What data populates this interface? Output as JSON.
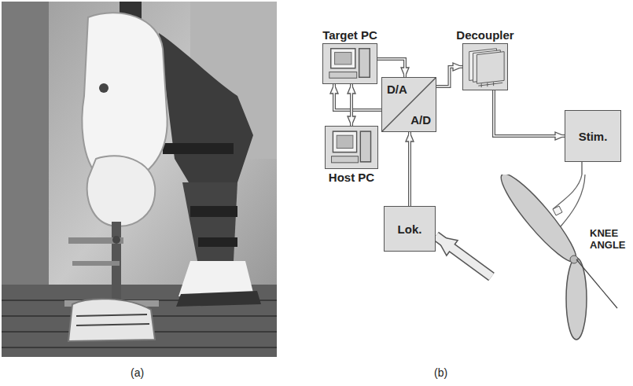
{
  "diagram": {
    "nodes": [
      {
        "text": [
          "Target PC"
        ]
      },
      {
        "text": [
          "Decoupler"
        ]
      },
      {
        "text": [
          "Host PC"
        ]
      },
      {
        "text": [
          "D/A",
          "A/D"
        ]
      },
      {
        "text": [
          "Stim."
        ]
      },
      {
        "text": [
          "Lok."
        ]
      },
      {
        "text": [
          "KNEE ANGLE"
        ]
      }
    ],
    "edges": [
      {
        "from": 0,
        "to": 3,
        "arrow": "to"
      },
      {
        "from": 3,
        "to": 0,
        "arrow": "to"
      },
      {
        "from": 0,
        "to": 2,
        "arrow": "both"
      },
      {
        "from": 3,
        "to": 1,
        "arrow": "to"
      },
      {
        "from": 1,
        "to": 4,
        "arrow": "to"
      },
      {
        "from": 4,
        "to": 6,
        "arrow": "none"
      },
      {
        "from": 6,
        "to": 5,
        "arrow": "to"
      },
      {
        "from": 5,
        "to": 3,
        "arrow": "to"
      }
    ],
    "labels": [
      "(a)",
      "(b)"
    ]
  }
}
